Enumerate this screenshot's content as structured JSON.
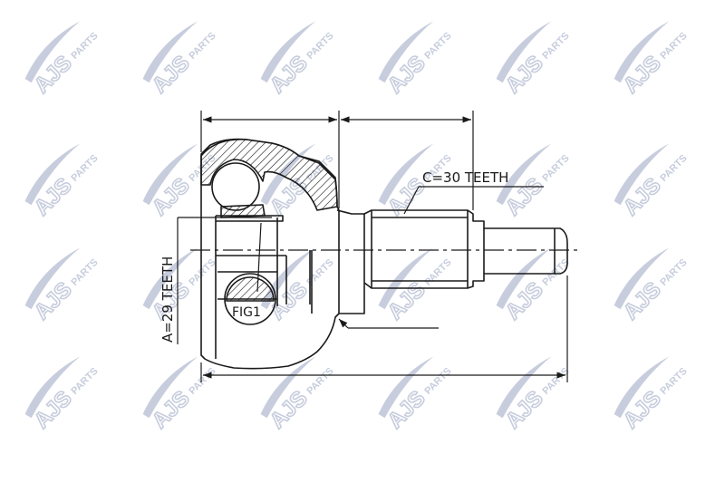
{
  "watermark": {
    "brand": "AJS",
    "suffix": "PARTS",
    "color": "#9aa5c2"
  },
  "labels": {
    "spline_c": "C=30 TEETH",
    "spline_a": "A=29 TEETH",
    "figure": "FIG1"
  },
  "colors": {
    "line": "#1a1a1a",
    "hatch": "#1a1a1a"
  }
}
